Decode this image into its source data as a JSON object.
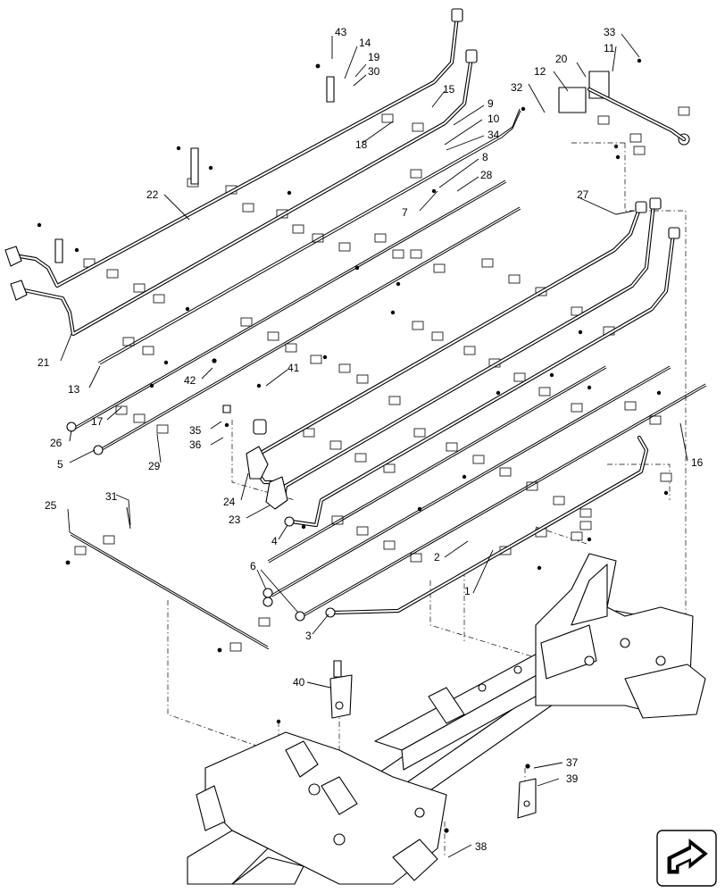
{
  "diagram": {
    "callouts": [
      {
        "id": "c43",
        "text": "43"
      },
      {
        "id": "c14",
        "text": "14"
      },
      {
        "id": "c19",
        "text": "19"
      },
      {
        "id": "c30",
        "text": "30"
      },
      {
        "id": "c15",
        "text": "15"
      },
      {
        "id": "c9",
        "text": "9"
      },
      {
        "id": "c10",
        "text": "10"
      },
      {
        "id": "c34",
        "text": "34"
      },
      {
        "id": "c8",
        "text": "8"
      },
      {
        "id": "c28",
        "text": "28"
      },
      {
        "id": "c7",
        "text": "7"
      },
      {
        "id": "c18",
        "text": "18"
      },
      {
        "id": "c22",
        "text": "22"
      },
      {
        "id": "c21",
        "text": "21"
      },
      {
        "id": "c13",
        "text": "13"
      },
      {
        "id": "c42",
        "text": "42"
      },
      {
        "id": "c41",
        "text": "41"
      },
      {
        "id": "c17",
        "text": "17"
      },
      {
        "id": "c26",
        "text": "26"
      },
      {
        "id": "c5",
        "text": "5"
      },
      {
        "id": "c35",
        "text": "35"
      },
      {
        "id": "c36",
        "text": "36"
      },
      {
        "id": "c29",
        "text": "29"
      },
      {
        "id": "c24",
        "text": "24"
      },
      {
        "id": "c23",
        "text": "23"
      },
      {
        "id": "c4",
        "text": "4"
      },
      {
        "id": "c25",
        "text": "25"
      },
      {
        "id": "c31",
        "text": "31"
      },
      {
        "id": "c6",
        "text": "6"
      },
      {
        "id": "c3",
        "text": "3"
      },
      {
        "id": "c2",
        "text": "2"
      },
      {
        "id": "c1",
        "text": "1"
      },
      {
        "id": "c16",
        "text": "16"
      },
      {
        "id": "c27",
        "text": "27"
      },
      {
        "id": "c33",
        "text": "33"
      },
      {
        "id": "c11",
        "text": "11"
      },
      {
        "id": "c20",
        "text": "20"
      },
      {
        "id": "c12",
        "text": "12"
      },
      {
        "id": "c32",
        "text": "32"
      },
      {
        "id": "c40",
        "text": "40"
      },
      {
        "id": "c37",
        "text": "37"
      },
      {
        "id": "c39",
        "text": "39"
      },
      {
        "id": "c38",
        "text": "38"
      }
    ],
    "nav_icon": "arrow-next-page-icon"
  }
}
